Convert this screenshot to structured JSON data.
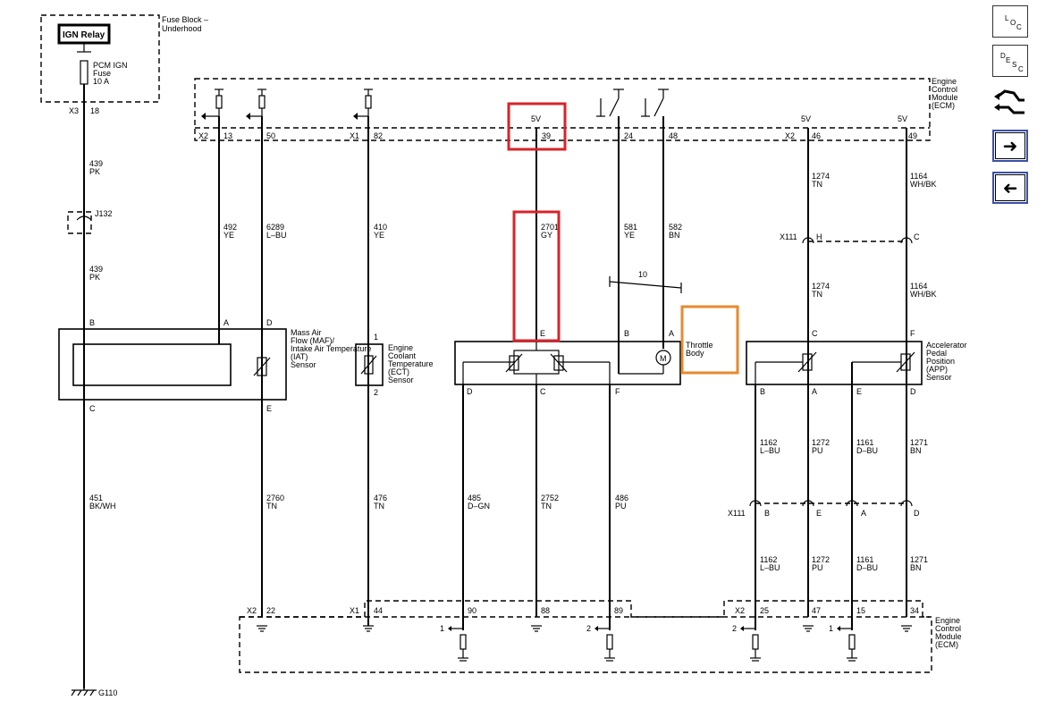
{
  "fuse_block": {
    "label": "Fuse Block – Underhood",
    "relay": "IGN Relay",
    "fuse_name": "PCM IGN Fuse",
    "fuse_rating": "10 A",
    "connector": "X3",
    "pin": "18"
  },
  "ecm": {
    "label": "Engine Control Module (ECM)"
  },
  "top_connectors": [
    {
      "conn": "X2",
      "pin": "13"
    },
    {
      "pin": "50"
    },
    {
      "conn": "X1",
      "pin": "82"
    },
    {
      "pin": "39",
      "voltage": "5V"
    },
    {
      "pin": "24"
    },
    {
      "pin": "48"
    },
    {
      "conn": "X2",
      "pin": "46",
      "voltage": "5V"
    },
    {
      "pin": "49",
      "voltage": "5V"
    }
  ],
  "wires": {
    "w439a": [
      "439",
      "PK"
    ],
    "w439b": [
      "439",
      "PK"
    ],
    "w492": [
      "492",
      "YE"
    ],
    "w6289": [
      "6289",
      "L–BU"
    ],
    "w410": [
      "410",
      "YE"
    ],
    "w2701": [
      "2701",
      "GY"
    ],
    "w581": [
      "581",
      "YE"
    ],
    "w582": [
      "582",
      "BN"
    ],
    "w1274a": [
      "1274",
      "TN"
    ],
    "w1164a": [
      "1164",
      "WH/BK"
    ],
    "w1274b": [
      "1274",
      "TN"
    ],
    "w1164b": [
      "1164",
      "WH/BK"
    ],
    "w451": [
      "451",
      "BK/WH"
    ],
    "w2760": [
      "2760",
      "TN"
    ],
    "w476": [
      "476",
      "TN"
    ],
    "w485": [
      "485",
      "D–GN"
    ],
    "w2752": [
      "2752",
      "TN"
    ],
    "w486": [
      "486",
      "PU"
    ],
    "w1162a": [
      "1162",
      "L–BU"
    ],
    "w1272a": [
      "1272",
      "PU"
    ],
    "w1161a": [
      "1161",
      "D–BU"
    ],
    "w1271a": [
      "1271",
      "BN"
    ],
    "w1162b": [
      "1162",
      "L–BU"
    ],
    "w1272b": [
      "1272",
      "PU"
    ],
    "w1161b": [
      "1161",
      "D–BU"
    ],
    "w1271b": [
      "1271",
      "BN"
    ]
  },
  "splice": "J132",
  "twist_label": "10",
  "components": {
    "maf": {
      "label": "Mass Air Flow (MAF)/ Intake Air Temperature (IAT) Sensor",
      "pins": [
        "B",
        "A",
        "D",
        "C",
        "E"
      ]
    },
    "ect": {
      "label": "Engine Coolant Temperature (ECT) Sensor",
      "pins": [
        "1",
        "2"
      ]
    },
    "throttle": {
      "label": "Throttle Body",
      "pins": [
        "E",
        "B",
        "A",
        "D",
        "C",
        "F"
      ],
      "motor": "M"
    },
    "app": {
      "label": "Accelerator Pedal Position (APP) Sensor",
      "pins": [
        "C",
        "F",
        "B",
        "A",
        "E",
        "D"
      ]
    }
  },
  "x111_top": {
    "conn": "X111",
    "pins": [
      "H",
      "C"
    ]
  },
  "x111_mid": {
    "conn": "X111",
    "pins": [
      "B",
      "E",
      "A",
      "D"
    ]
  },
  "bottom_connectors": [
    {
      "conn": "X2",
      "pin": "22"
    },
    {
      "conn": "X1",
      "pin": "44"
    },
    {
      "pin": "90"
    },
    {
      "pin": "88"
    },
    {
      "pin": "89"
    },
    {
      "conn": "X2",
      "pin": "25"
    },
    {
      "pin": "47"
    },
    {
      "pin": "15"
    },
    {
      "pin": "34"
    }
  ],
  "ref_marks": [
    "1",
    "2",
    "2",
    "1"
  ],
  "ground": "G110",
  "highlights": {
    "red": "#d8232a",
    "orange": "#e88a2e"
  },
  "sidebar": {
    "loc": {
      "l": "L",
      "o": "O",
      "c": "C"
    },
    "desc": {
      "d": "D",
      "e": "E",
      "s": "S",
      "c": "C"
    },
    "icons": [
      "connector-icon",
      "right-arrow-icon",
      "left-arrow-icon"
    ]
  }
}
